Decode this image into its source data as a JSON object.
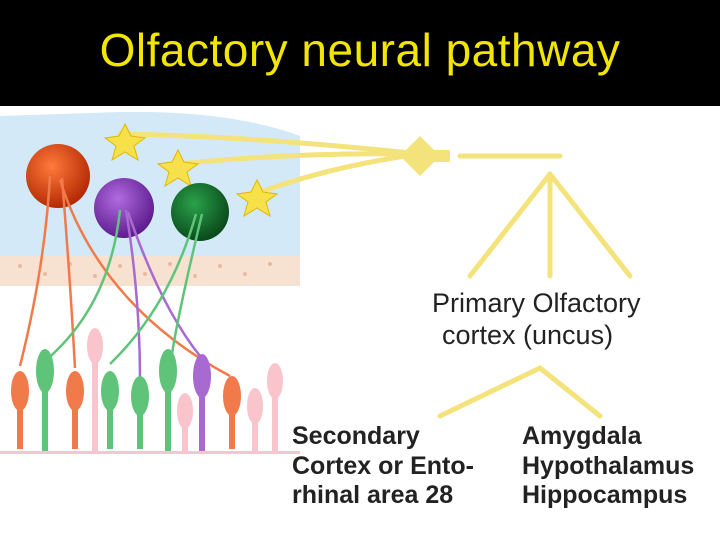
{
  "title": "Olfactory neural pathway",
  "colors": {
    "title_text": "#f2e600",
    "title_bg": "#000000",
    "pathway_lines": "#f4e27a",
    "glomerulus_red": "#d93b10",
    "glomerulus_purple": "#7a2db0",
    "glomerulus_green": "#0f6b2a",
    "mitral_cells": "#f7e14a",
    "tissue_bg": "#cfe6f5"
  },
  "labels": {
    "primary": [
      "Primary Olfactory",
      "cortex (uncus)"
    ],
    "secondary": [
      "Secondary",
      "Cortex or Ento-",
      "rhinal area 28"
    ],
    "limbic": [
      "Amygdala",
      "Hypothalamus",
      "Hippocampus"
    ]
  }
}
